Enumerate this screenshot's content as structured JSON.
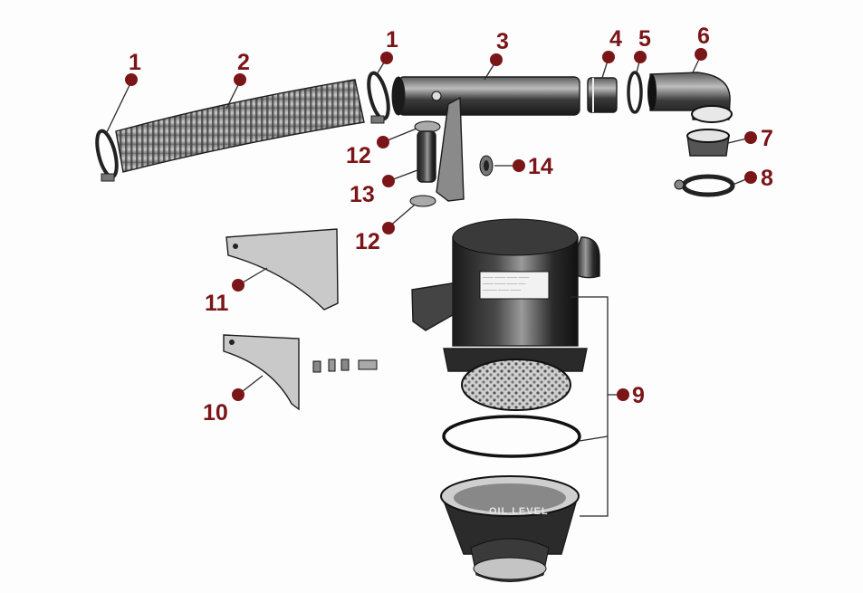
{
  "diagram": {
    "callouts": [
      "1",
      "2",
      "1",
      "3",
      "4",
      "5",
      "6",
      "7",
      "8",
      "12",
      "13",
      "12",
      "14",
      "11",
      "10",
      "9"
    ],
    "embossed_text": "OIL LEVEL",
    "label_color": "#7a1518"
  }
}
